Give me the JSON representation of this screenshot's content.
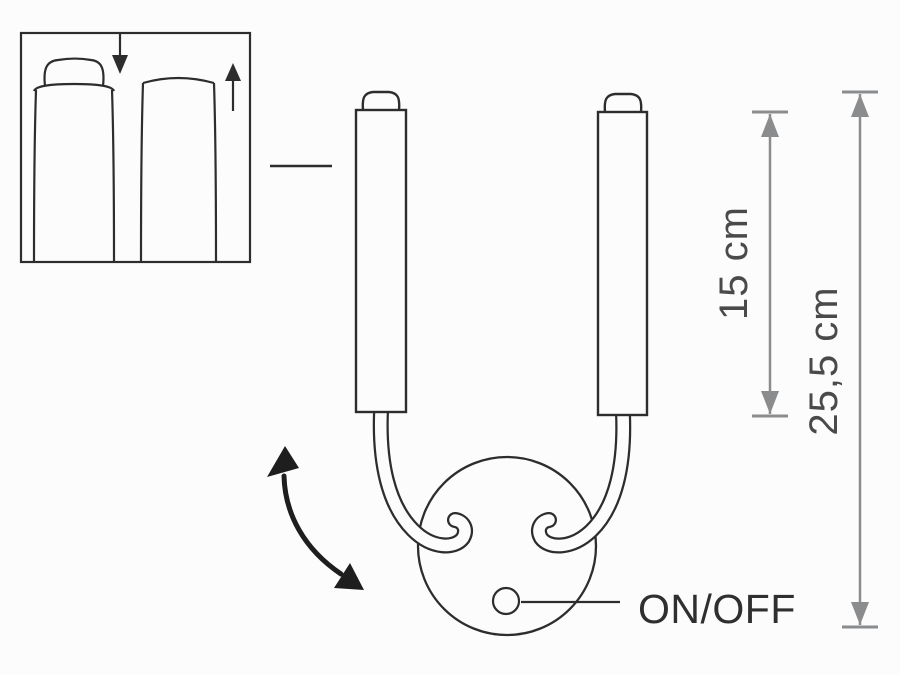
{
  "diagram": {
    "dimensions": {
      "tube_height": "15 cm",
      "total_height": "25,5 cm"
    },
    "switch_label": "ON/OFF",
    "icons": {
      "push_down_arrow": "↓",
      "pull_up_arrow": "↑",
      "swivel_arrow": "curved double-headed arrow"
    },
    "colors": {
      "line": "#2d2d2d",
      "dimension_line": "#8a8c8e",
      "dimension_text": "#4a4a4a",
      "switch_text": "#2f2f2f",
      "background": "#fcfcfc"
    }
  }
}
